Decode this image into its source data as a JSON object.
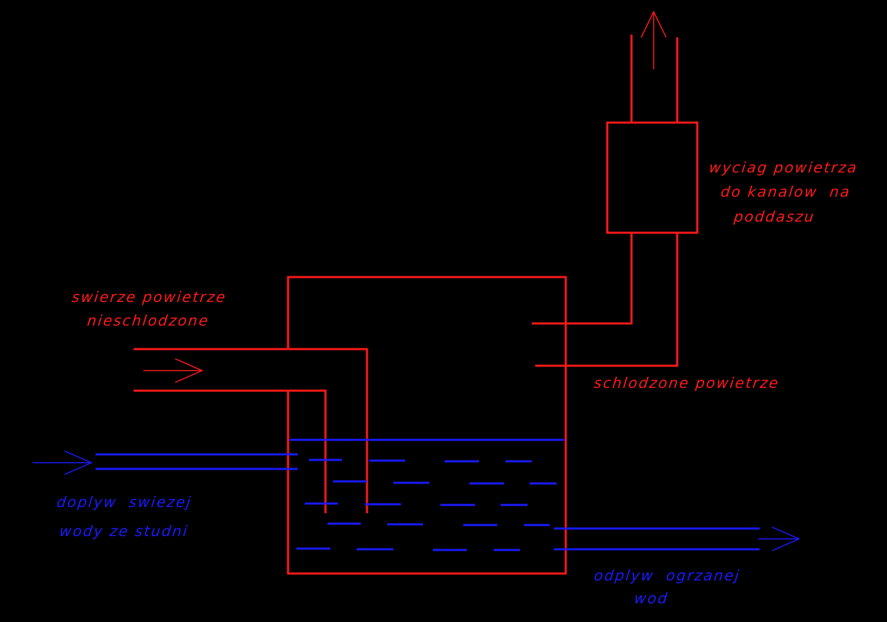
{
  "colors": {
    "background": "#000000",
    "air": "#ff1a1a",
    "water": "#1a1aff"
  },
  "labels": {
    "exhaust": {
      "lines": [
        "wyciag powietrza",
        "do kanalow  na",
        "poddaszu"
      ]
    },
    "fresh_air": {
      "lines": [
        "swierze powietrze",
        "nieschlodzone"
      ]
    },
    "cooled_air": {
      "lines": [
        "schlodzone powietrze"
      ]
    },
    "water_inflow": {
      "lines": [
        "doplyw  swiezej",
        "wody ze studni"
      ]
    },
    "water_outflow": {
      "lines": [
        "odplyw  ogrzanej",
        "wod"
      ]
    }
  }
}
